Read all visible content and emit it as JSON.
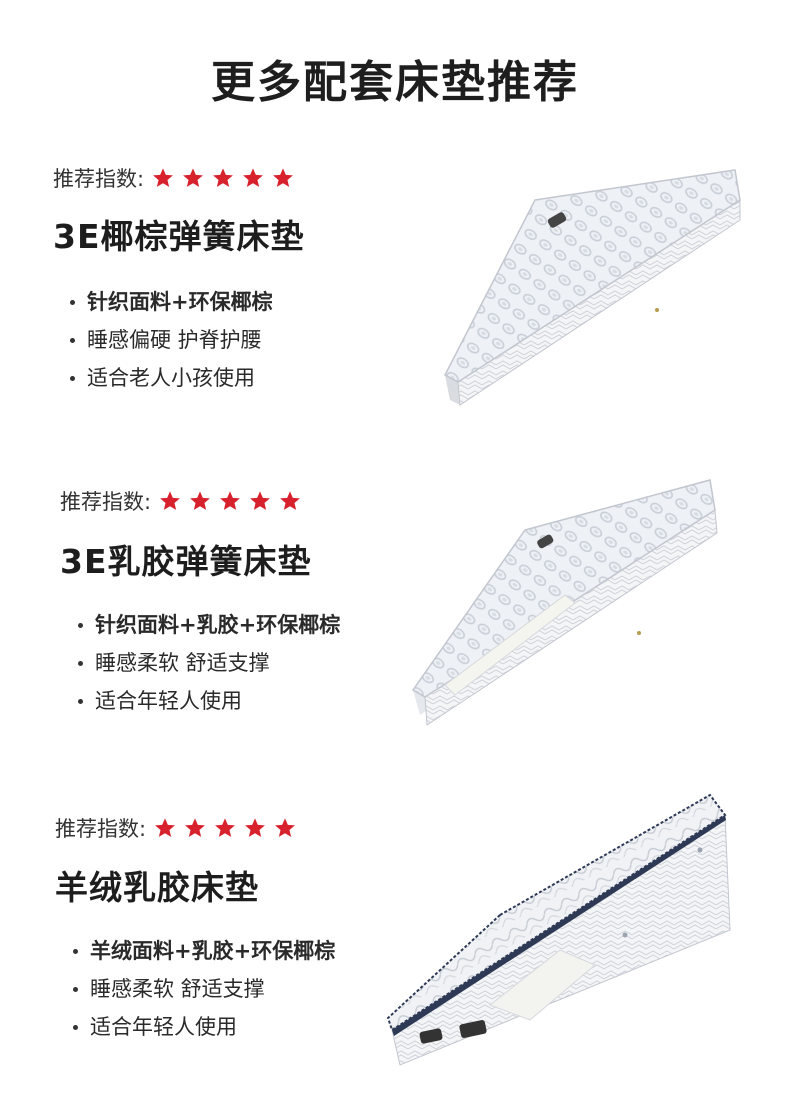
{
  "page": {
    "title": "更多配套床垫推荐"
  },
  "colors": {
    "star": "#d7222e",
    "text": "#222222"
  },
  "products": [
    {
      "rating_label": "推荐指数:",
      "stars": 5,
      "name": "3E椰棕弹簧床垫",
      "features": [
        "针织面料+环保椰棕",
        "睡感偏硬 护脊护腰",
        "适合老人小孩使用"
      ]
    },
    {
      "rating_label": "推荐指数:",
      "stars": 5,
      "name": "3E乳胶弹簧床垫",
      "features": [
        "针织面料+乳胶+环保椰棕",
        "睡感柔软 舒适支撑",
        "适合年轻人使用"
      ]
    },
    {
      "rating_label": "推荐指数:",
      "stars": 5,
      "name": "羊绒乳胶床垫",
      "features": [
        "羊绒面料+乳胶+环保椰棕",
        "睡感柔软 舒适支撑",
        "适合年轻人使用"
      ]
    }
  ]
}
